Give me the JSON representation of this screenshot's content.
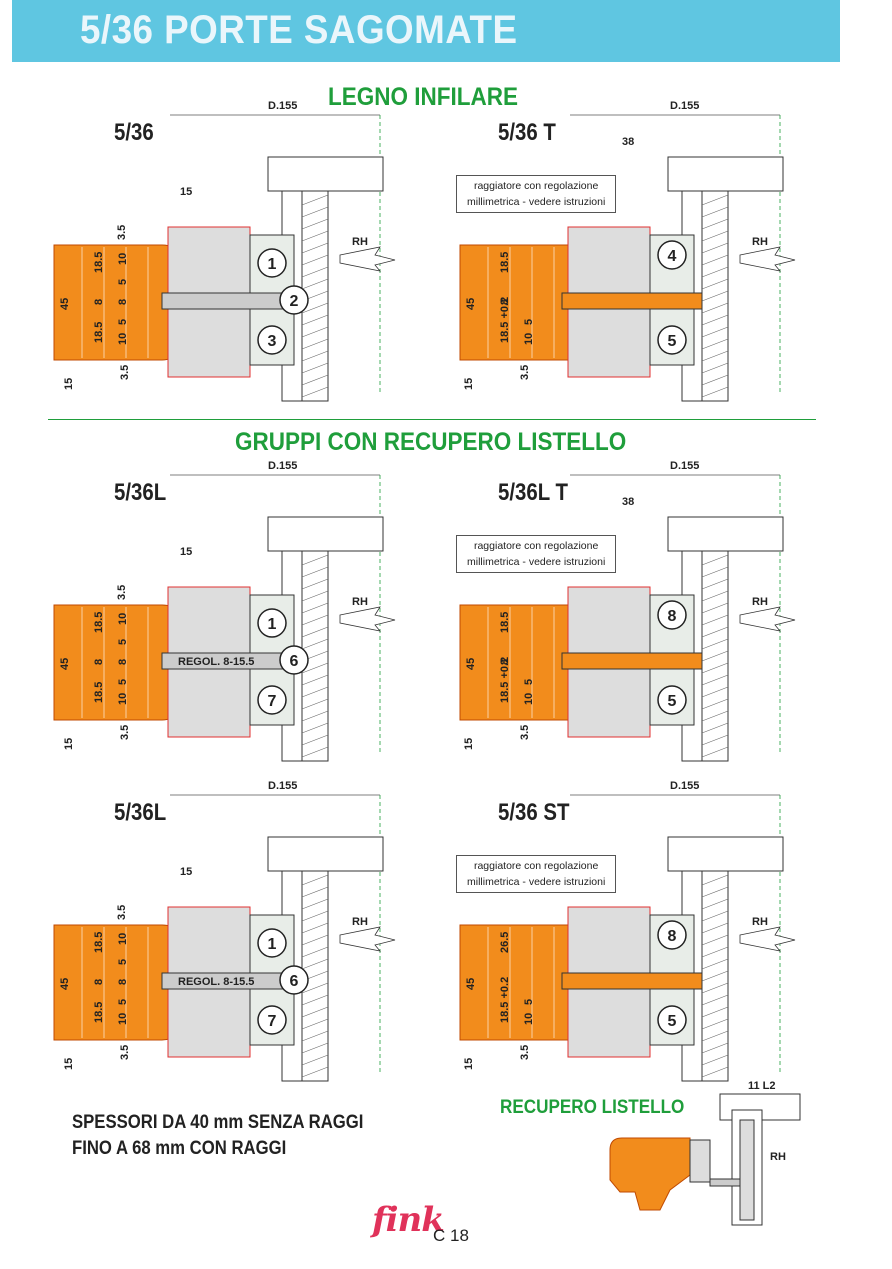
{
  "header": {
    "title": "5/36  PORTE SAGOMATE",
    "bg_color": "#5fc6e1"
  },
  "sections": {
    "legno": "LEGNO INFILARE",
    "gruppi": "GRUPPI CON RECUPERO LISTELLO",
    "recupero": "RECUPERO LISTELLO"
  },
  "diagrams": [
    {
      "label": "5/36",
      "d": "D.155",
      "gap": "15",
      "top": "3.5",
      "bot": "3.5",
      "thick": "45",
      "base": "15",
      "cols": [
        "18.5",
        "8",
        "18.5"
      ],
      "cols2": [
        "10",
        "5",
        "8",
        "5",
        "10"
      ],
      "ids": [
        "1",
        "2",
        "3"
      ]
    },
    {
      "label": "5/36 T",
      "d": "D.155",
      "gap": "38",
      "top": "",
      "bot": "3.5",
      "thick": "45",
      "base": "15",
      "cols": [
        "18.5",
        "8",
        "18.5 +0.2"
      ],
      "cols2": [
        "",
        "",
        "",
        "5",
        "10"
      ],
      "ids": [
        "4",
        "5"
      ],
      "note": [
        "raggiatore con regolazione",
        "millimetrica - vedere istruzioni"
      ]
    },
    {
      "label": "5/36L",
      "d": "D.155",
      "gap": "15",
      "top": "3.5",
      "bot": "3.5",
      "thick": "45",
      "base": "15",
      "cols": [
        "18.5",
        "8",
        "18.5"
      ],
      "cols2": [
        "10",
        "5",
        "8",
        "5",
        "10"
      ],
      "ids": [
        "1",
        "6",
        "7"
      ],
      "regol": "REGOL. 8-15.5"
    },
    {
      "label": "5/36L T",
      "d": "D.155",
      "gap": "38",
      "top": "",
      "bot": "3.5",
      "thick": "45",
      "base": "15",
      "cols": [
        "18.5",
        "8",
        "18.5 +0.2"
      ],
      "cols2": [
        "",
        "",
        "",
        "5",
        "10"
      ],
      "ids": [
        "8",
        "5"
      ],
      "note": [
        "raggiatore con regolazione",
        "millimetrica - vedere istruzioni"
      ]
    },
    {
      "label": "5/36L",
      "d": "D.155",
      "gap": "15",
      "top": "3.5",
      "bot": "3.5",
      "thick": "45",
      "base": "15",
      "cols": [
        "18.5",
        "8",
        "18.5"
      ],
      "cols2": [
        "10",
        "5",
        "8",
        "5",
        "10"
      ],
      "ids": [
        "1",
        "6",
        "7"
      ],
      "regol": "REGOL. 8-15.5"
    },
    {
      "label": "5/36 ST",
      "d": "D.155",
      "gap": "",
      "top": "",
      "bot": "3.5",
      "thick": "45",
      "base": "15",
      "cols": [
        "26.5",
        "",
        "18.5 +0.2"
      ],
      "cols2": [
        "",
        "",
        "",
        "5",
        "10"
      ],
      "ids": [
        "8",
        "5"
      ],
      "note": [
        "raggiatore con regolazione",
        "millimetrica - vedere istruzioni"
      ]
    }
  ],
  "rh": "RH",
  "footer": {
    "line1": "SPESSORI DA 40 mm SENZA RAGGI",
    "line2": "FINO A 68 mm CON RAGGI",
    "small_dim": "11 L2",
    "logo": "fink",
    "page": "C 18"
  }
}
